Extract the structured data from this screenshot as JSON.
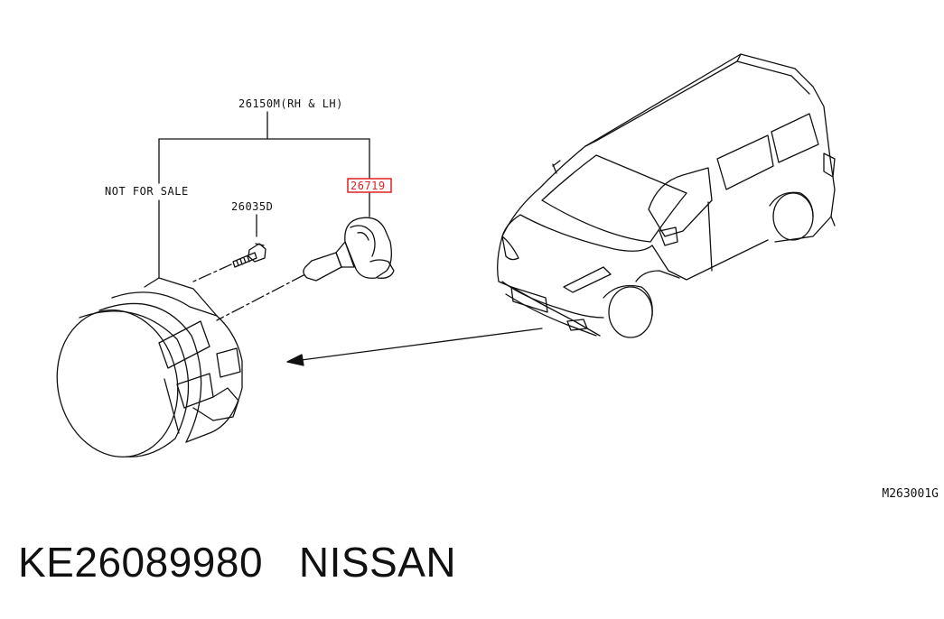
{
  "diagram": {
    "labels": {
      "assembly": "26150M(RH & LH)",
      "not_for_sale": "NOT FOR SALE",
      "screw": "26035D",
      "bulb": "26719"
    },
    "figure_code": "M263001G",
    "highlight_color": "#e02020"
  },
  "footer": {
    "part_number": "KE26089980",
    "brand": "NISSAN"
  }
}
